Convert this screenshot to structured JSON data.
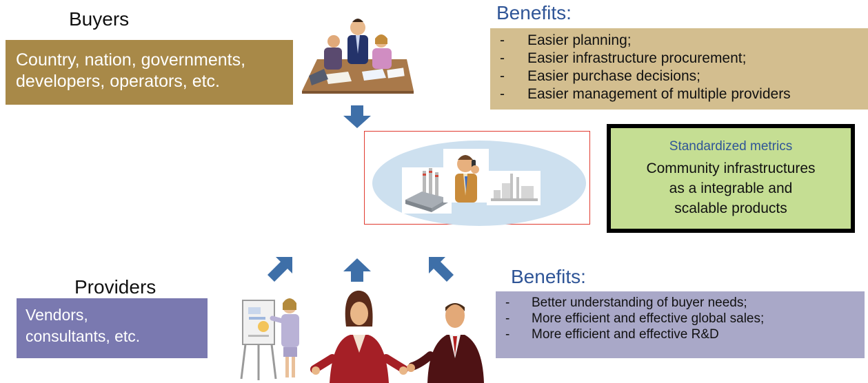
{
  "buyers": {
    "title": "Buyers",
    "description_lines": [
      "Country, nation, governments,",
      "developers, operators, etc."
    ]
  },
  "buyer_benefits": {
    "title": "Benefits:",
    "items": [
      "Easier planning;",
      "Easier infrastructure procurement;",
      "Easier purchase decisions;",
      "Easier management of multiple providers"
    ]
  },
  "metrics": {
    "title": "Standardized metrics",
    "body_lines": [
      "Community infrastructures",
      "as a integrable and",
      "scalable products"
    ]
  },
  "providers": {
    "title": "Providers",
    "description_lines": [
      "Vendors,",
      "consultants, etc."
    ]
  },
  "provider_benefits": {
    "title": "Benefits:",
    "items": [
      "Better understanding of buyer needs;",
      "More efficient and effective global sales;",
      "More efficient and effective R&D"
    ]
  },
  "bullet_marker": "-",
  "colors": {
    "buyers_box": "#a88948",
    "buyer_benefits_box": "#d3be8f",
    "providers_box": "#7a79b0",
    "provider_benefits_box": "#a9a8c8",
    "metrics_box": "#c5de93",
    "arrow": "#3e6fa8",
    "heading_blue": "#2f5597",
    "center_frame_border": "#e03a2f",
    "center_ellipse": "#cde0ef"
  },
  "illustrations": {
    "buyers": "business-meeting-clipart",
    "center": [
      "power-plant-clipart",
      "man-on-phone-clipart",
      "factory-clipart"
    ],
    "providers": [
      "presenter-with-flipchart-clipart",
      "businesswoman-clipart",
      "businessman-clipart"
    ]
  }
}
